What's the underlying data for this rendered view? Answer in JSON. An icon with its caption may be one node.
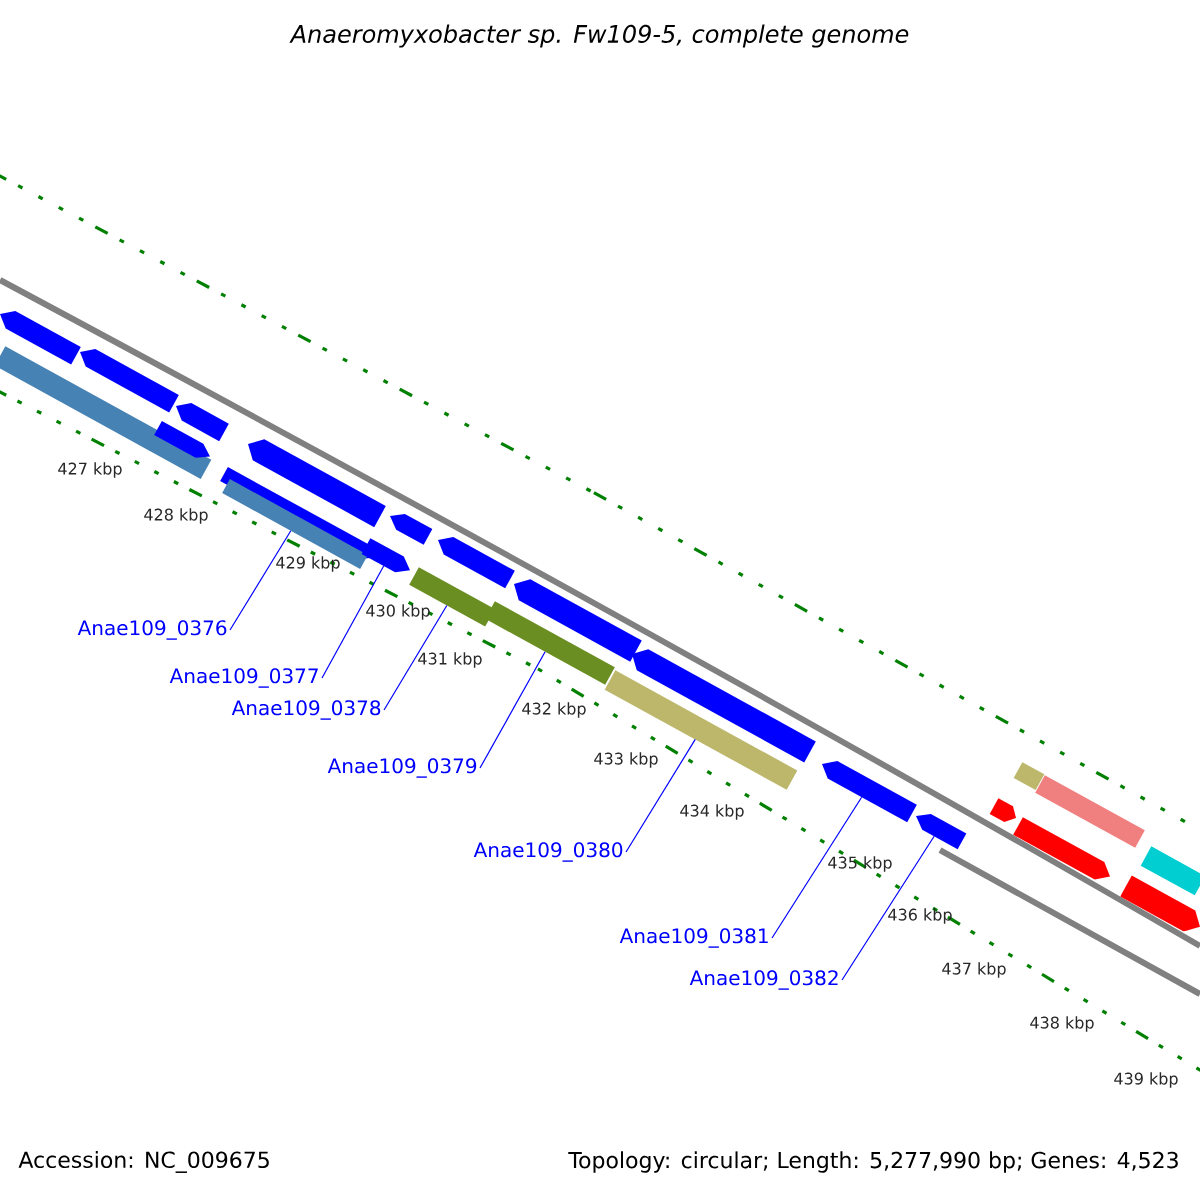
{
  "diagram": {
    "title": "Anaeromyxobacter sp. Fw109-5, complete genome",
    "nodes": [
      {
        "text": [
          "Anae109_0376"
        ]
      },
      {
        "text": [
          "Anae109_0377"
        ]
      },
      {
        "text": [
          "Anae109_0378"
        ]
      },
      {
        "text": [
          "Anae109_0379"
        ]
      },
      {
        "text": [
          "Anae109_0380"
        ]
      },
      {
        "text": [
          "Anae109_0381"
        ]
      },
      {
        "text": [
          "Anae109_0382"
        ]
      },
      {
        "text": [],
        "shape": "bar"
      },
      {
        "text": [],
        "shape": "bar"
      },
      {
        "text": [],
        "shape": "bar"
      },
      {
        "text": [],
        "shape": "bar"
      },
      {
        "text": [],
        "shape": "bar"
      },
      {
        "text": [],
        "shape": "bar"
      },
      {
        "text": [],
        "shape": "bar"
      },
      {
        "text": [],
        "shape": "bar"
      },
      {
        "text": [],
        "shape": "bar"
      },
      {
        "text": [],
        "shape": "bar"
      },
      {
        "text": [],
        "shape": "bar"
      },
      {
        "text": [],
        "shape": "bar"
      },
      {
        "text": [],
        "shape": "bar"
      },
      {
        "text": [],
        "shape": "bar"
      },
      {
        "text": [],
        "shape": "bar"
      },
      {
        "text": [],
        "shape": "bar"
      },
      {
        "text": [],
        "shape": "bar"
      },
      {
        "text": [],
        "shape": "bar"
      },
      {
        "text": [],
        "shape": "bar"
      },
      {
        "text": [],
        "shape": "bar"
      },
      {
        "text": [],
        "shape": "bar"
      },
      {
        "text": [],
        "shape": "bar"
      },
      {
        "text": [],
        "shape": "bar"
      },
      {
        "text": [],
        "shape": "bar"
      }
    ],
    "edges": [
      {
        "from": 0,
        "to": 13,
        "arrow": "none"
      },
      {
        "from": 1,
        "to": 15,
        "arrow": "none"
      },
      {
        "from": 2,
        "to": 17,
        "arrow": "none"
      },
      {
        "from": 3,
        "to": 19,
        "arrow": "none"
      },
      {
        "from": 4,
        "to": 21,
        "arrow": "none"
      },
      {
        "from": 5,
        "to": 23,
        "arrow": "none"
      },
      {
        "from": 6,
        "to": 24,
        "arrow": "none"
      }
    ],
    "labels": [
      "427 kbp",
      "428 kbp",
      "429 kbp",
      "430 kbp",
      "431 kbp",
      "432 kbp",
      "433 kbp",
      "434 kbp",
      "435 kbp",
      "436 kbp",
      "437 kbp",
      "438 kbp",
      "439 kbp",
      "Accession: NC_009675",
      "Topology: circular; Length: 5,277,990 bp; Genes: 4,523"
    ]
  }
}
